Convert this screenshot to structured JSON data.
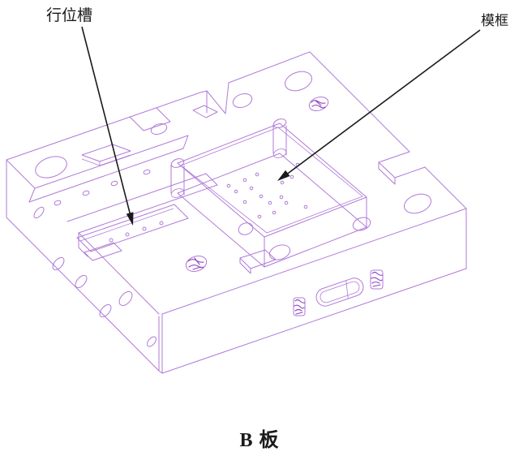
{
  "figure": {
    "type": "isometric CAD wireframe drawing",
    "caption": "B 板",
    "labels": {
      "slider_slot": "行位槽",
      "mold_frame": "模框"
    },
    "colors": {
      "wireframe_line": "#b07ad8",
      "detail_marking": "#8f46c0",
      "annotation": "#1a1a1a",
      "background": "#ffffff"
    }
  }
}
